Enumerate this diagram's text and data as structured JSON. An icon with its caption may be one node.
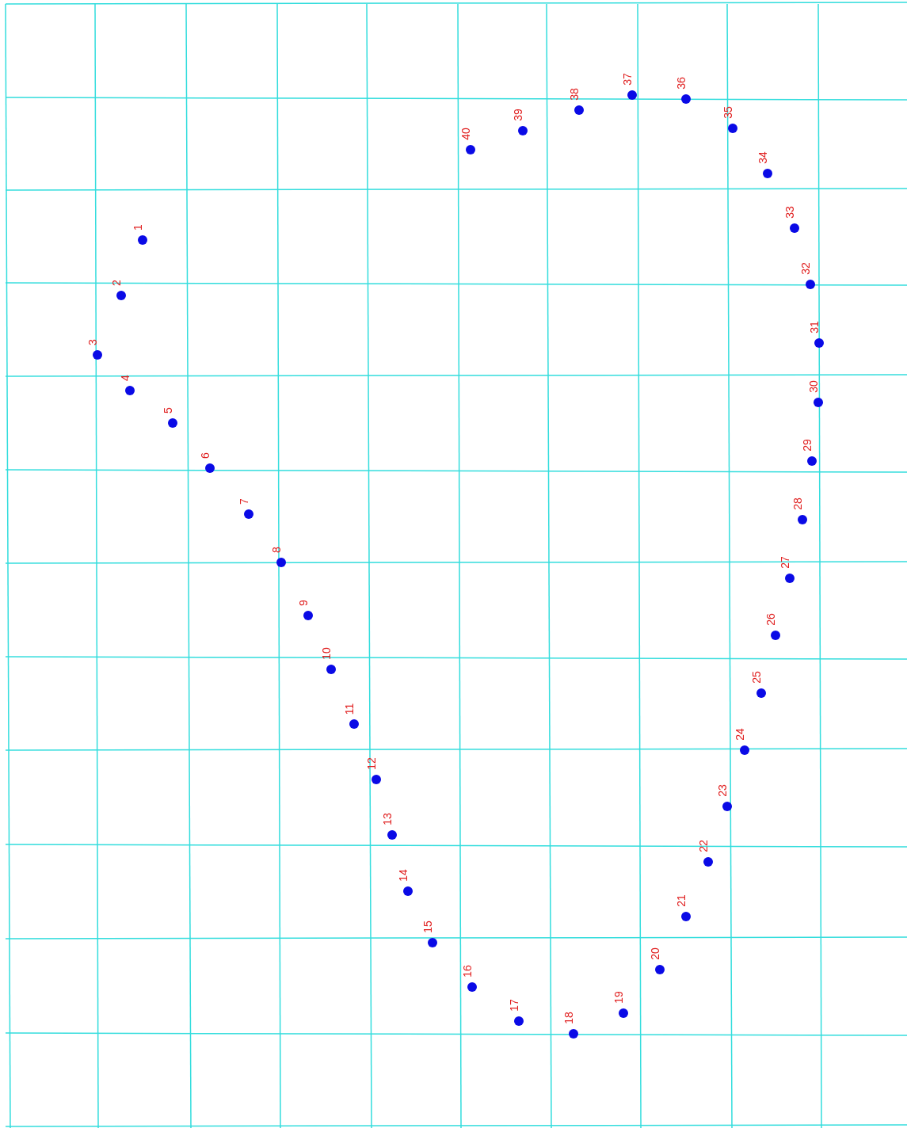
{
  "diagram": {
    "labels": [
      "1",
      "2",
      "3",
      "4",
      "5",
      "6",
      "7",
      "8",
      "9",
      "10",
      "11",
      "12",
      "13",
      "14",
      "15",
      "16",
      "17",
      "18",
      "19",
      "20",
      "21",
      "22",
      "23",
      "24",
      "25",
      "26",
      "27",
      "28",
      "29",
      "30",
      "31",
      "32",
      "33",
      "34",
      "35",
      "36",
      "37",
      "38",
      "39",
      "40"
    ]
  }
}
